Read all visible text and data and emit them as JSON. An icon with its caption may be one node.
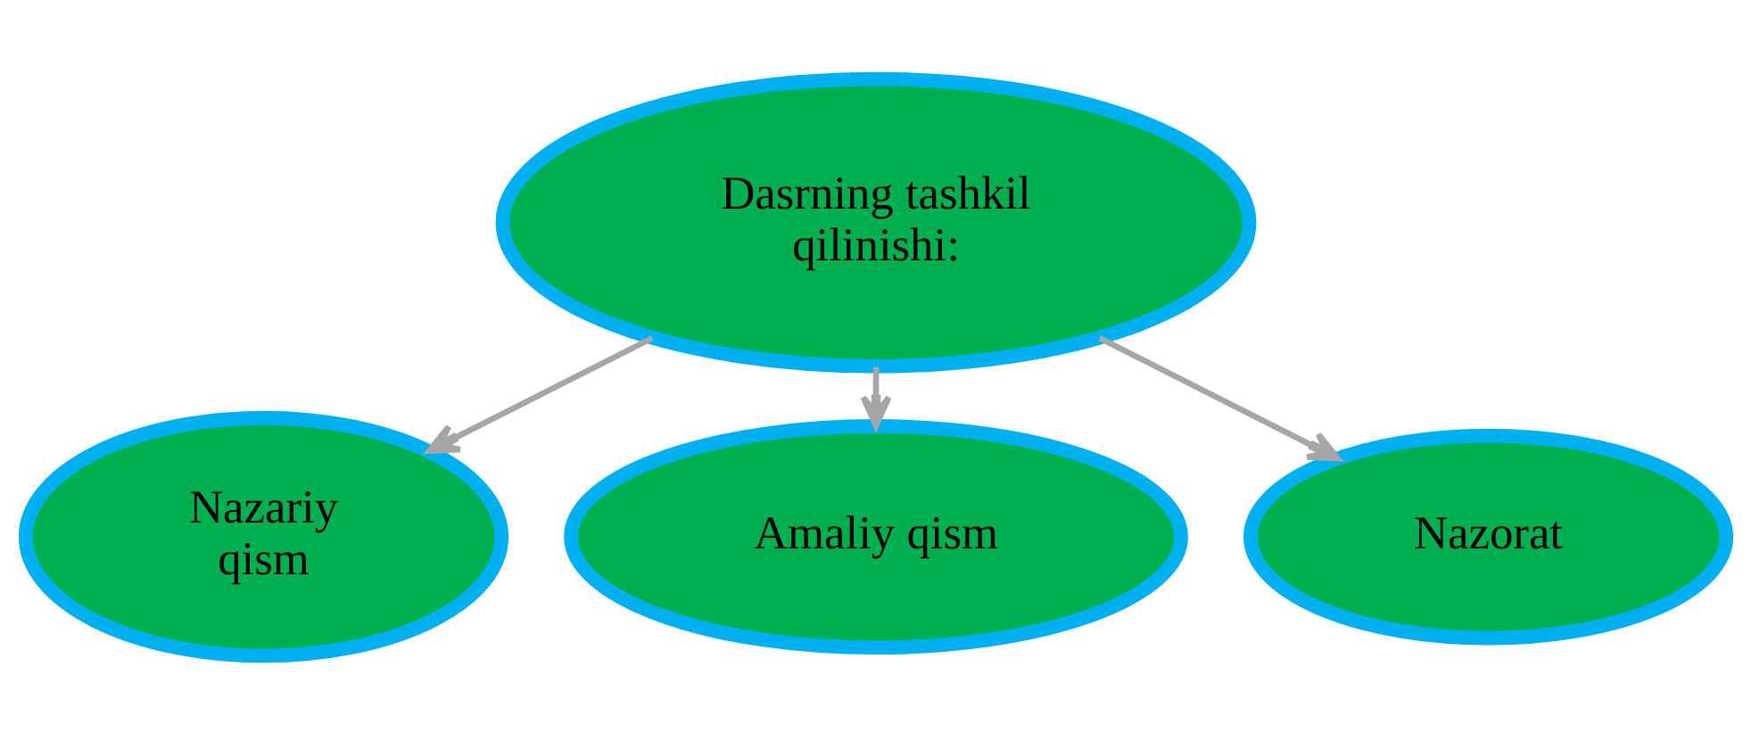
{
  "diagram": {
    "nodes": [
      {
        "text": [
          "Dasrning tashkil qilinishi:"
        ]
      },
      {
        "text": [
          "Nazariy qism"
        ]
      },
      {
        "text": [
          "Amaliy qism"
        ]
      },
      {
        "text": [
          "Nazorat"
        ]
      }
    ],
    "edges": [
      {
        "from": 0,
        "to": 1,
        "arrow": "to"
      },
      {
        "from": 0,
        "to": 2,
        "arrow": "to"
      },
      {
        "from": 0,
        "to": 3,
        "arrow": "to"
      }
    ]
  }
}
